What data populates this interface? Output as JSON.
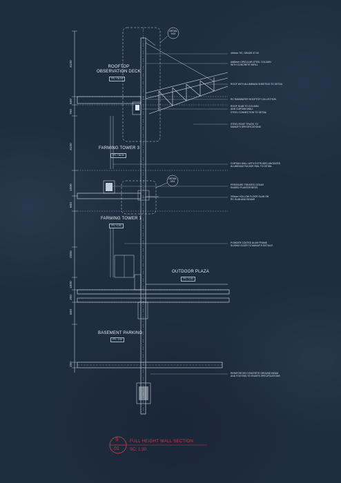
{
  "zones": {
    "rooftop": "ROOFTOP\nOBSERVATION DECK",
    "tower3": "FARMING TOWER 3",
    "tower1": "FARMING TOWER 1",
    "plaza": "OUTDOOR PLAZA",
    "basement": "BASEMENT PARKING"
  },
  "levels": {
    "rooftop": "FFL +39.90",
    "tower3": "FFL +36.50",
    "tower1": "FFL +0.90",
    "plaza": "FFL +0.90",
    "basement": "FFL -3.90"
  },
  "dimensions": [
    "3100",
    "600",
    "700",
    "3100",
    "1000",
    "600",
    "2050",
    "1000",
    "200",
    "600",
    "200"
  ],
  "callouts": {
    "top": "DETAIL\n1/01",
    "mid": "DETAIL\n2/01"
  },
  "notes": [
    "400mm TIE, GRADE 57.50",
    "##80mm CIRCULAR STEEL COLUMN\nWITH CONCRETE INFILL",
    "ROOF WITH ALUMINIUM SHEETING TO DETAIL",
    "RC RAINWATER ROOFTOP COLLECTION",
    "ROOF SLAB TO COLUMN\nAND CURTAIN WALL\nSTEEL CONNECTION TO DETAIL",
    "STEEL ROOF TRUSS, TO\nMANUF'S SPECIFICATIONS",
    "CURTAIN WALL WITH EXTRUDED ANODIZED\nALUMINIUM FACADE RAIL TO DETAIL",
    "PRESSURE TREATED CEDAR\nRAISED PLANTER BEDS",
    "200mm HOLLOW FLOOR SLAB ON\nRC SLAB AND BEAMS",
    "POWDER COATED ALUM FRAME\nSLIDING DOOR TO MANUF'S DETAILS",
    "REINFORCED CONCRETE GROUND BEAM\nAND FOOTING TO ENGR'S SPECIFICATIONS"
  ],
  "title_block": {
    "badge_top": "S",
    "badge_bottom": "01",
    "title": "FULL HEIGHT WALL SECTION",
    "scale": "SC: 1:30"
  },
  "colors": {
    "background": "#1f2d40",
    "linework": "#dfe8f2",
    "accent": "#c83a44"
  }
}
